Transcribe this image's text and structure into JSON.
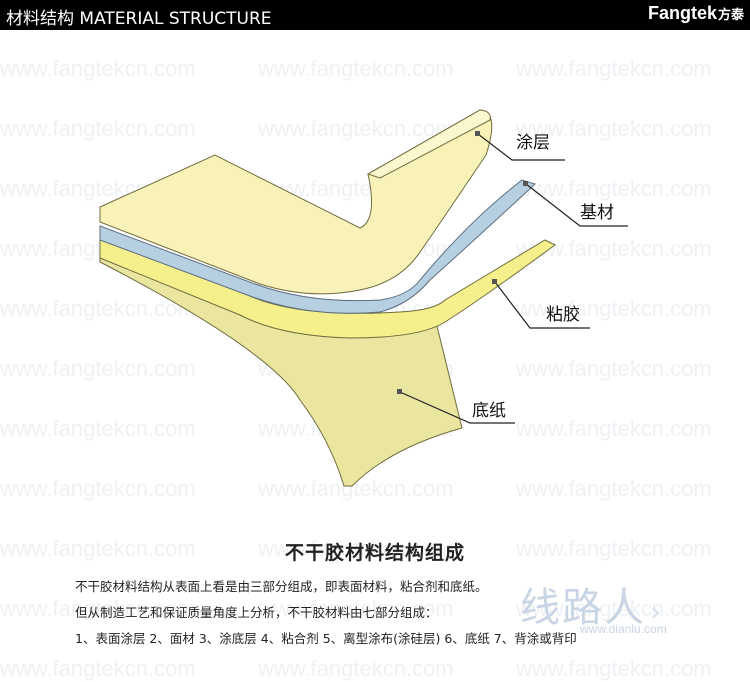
{
  "header": {
    "title": "材料结构  MATERIAL STRUCTURE",
    "brand": "Fangtek",
    "brand_cn": "方泰"
  },
  "watermark_text": "www.fangtekcn.com",
  "diagram": {
    "labels": {
      "coating": "涂层",
      "substrate": "基材",
      "adhesive": "粘胶",
      "backing": "底纸"
    }
  },
  "caption": "不干胶材料结构组成",
  "description": {
    "line1": "不干胶材料结构从表面上看是由三部分组成，即表面材料，粘合剂和底纸。",
    "line2": "但从制造工艺和保证质量角度上分析，不干胶材料由七部分组成：",
    "line3": "1、表面涂层  2、面材  3、涂底层  4、粘合剂  5、离型涂布(涂硅层)  6、底纸  7、背涂或背印"
  },
  "site_logo": {
    "text": "线路人",
    "url": "www.dianlu.com"
  },
  "colors": {
    "coating": "#f8f2b8",
    "substrate": "#b6cfe1",
    "adhesive": "#f5f08c",
    "backing": "#eae6a0",
    "header_bg": "#000000"
  }
}
